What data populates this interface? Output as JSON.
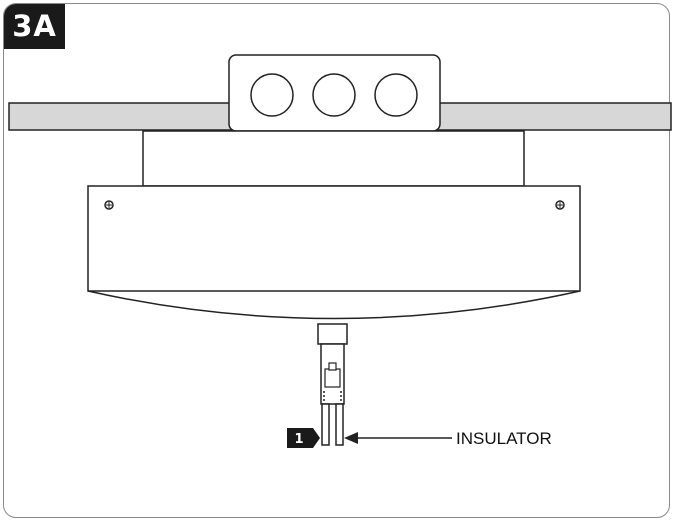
{
  "figure": {
    "step_label": "3A",
    "callout": {
      "marker_number": "1",
      "label": "INSULATOR"
    }
  }
}
